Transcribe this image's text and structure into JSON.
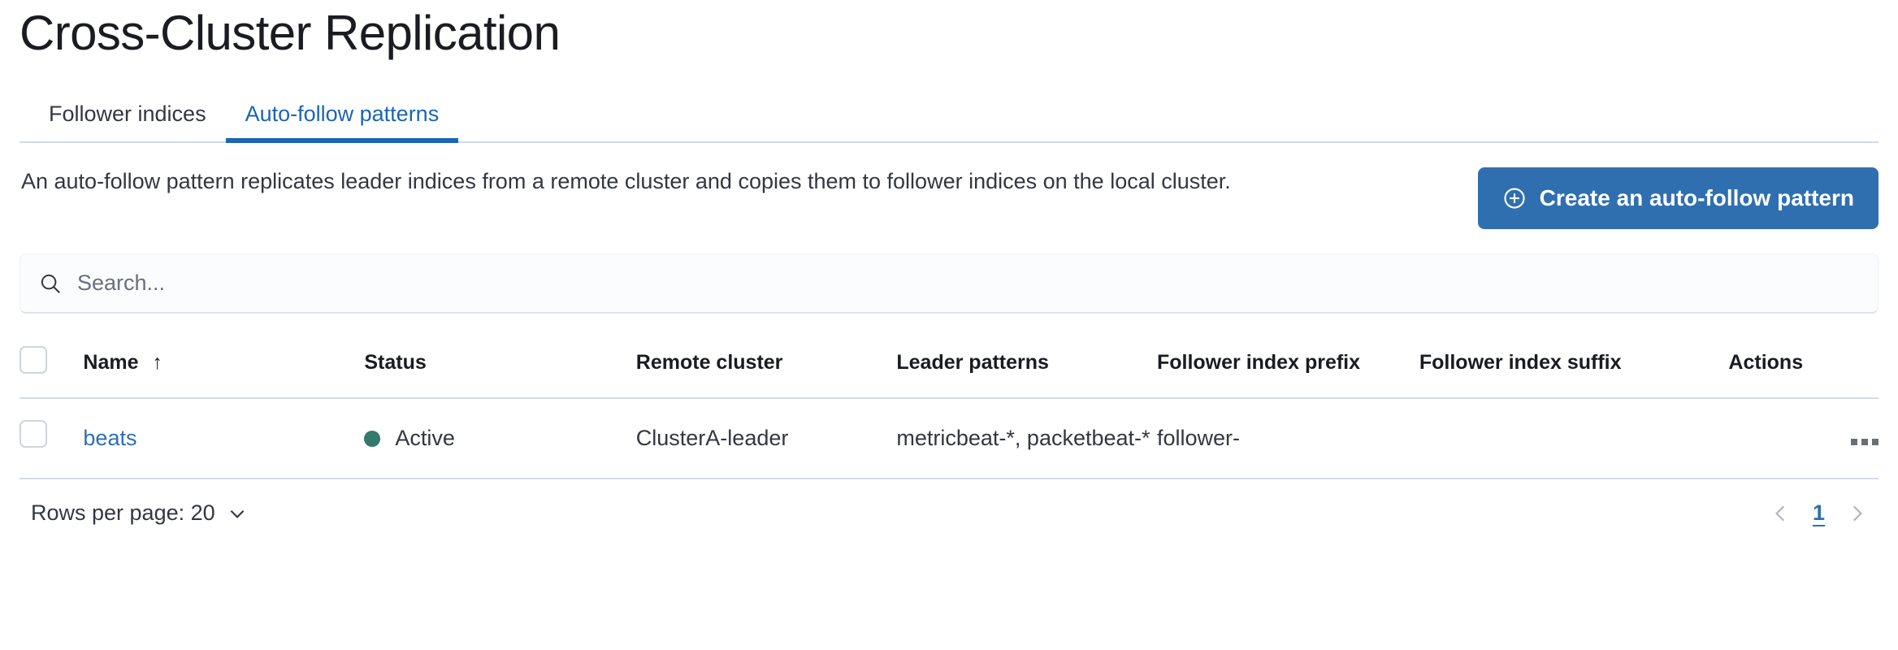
{
  "page": {
    "title": "Cross-Cluster Replication"
  },
  "tabs": [
    {
      "label": "Follower indices",
      "active": false
    },
    {
      "label": "Auto-follow patterns",
      "active": true
    }
  ],
  "description": {
    "text": "An auto-follow pattern replicates leader indices from a remote cluster and copies them to follower indices on the local cluster."
  },
  "create_button": {
    "label": "Create an auto-follow pattern",
    "icon": "plus-in-circle-icon",
    "color": "#2f6fb0"
  },
  "search": {
    "value": "",
    "placeholder": "Search...",
    "icon": "search-icon"
  },
  "table": {
    "columns": [
      {
        "key": "select",
        "label": ""
      },
      {
        "key": "name",
        "label": "Name",
        "sort": "asc",
        "sort_glyph": "↑"
      },
      {
        "key": "status",
        "label": "Status"
      },
      {
        "key": "remote_cluster",
        "label": "Remote cluster"
      },
      {
        "key": "leader_patterns",
        "label": "Leader patterns"
      },
      {
        "key": "follower_index_prefix",
        "label": "Follower index prefix"
      },
      {
        "key": "follower_index_suffix",
        "label": "Follower index suffix"
      },
      {
        "key": "actions",
        "label": "Actions"
      }
    ],
    "rows": [
      {
        "selected": false,
        "name": "beats",
        "status": "Active",
        "status_color": "#35786c",
        "remote_cluster": "ClusterA-leader",
        "leader_patterns": "metricbeat-*, packetbeat-*",
        "follower_index_prefix": "follower-",
        "follower_index_suffix": "",
        "actions_icon": "ellipsis-horizontal-icon"
      }
    ]
  },
  "footer": {
    "rows_per_page_label": "Rows per page: 20",
    "rows_per_page_value": "20",
    "pagination": {
      "prev_label": "‹",
      "next_label": "›",
      "current_page": "1",
      "pages": [
        "1"
      ]
    }
  }
}
